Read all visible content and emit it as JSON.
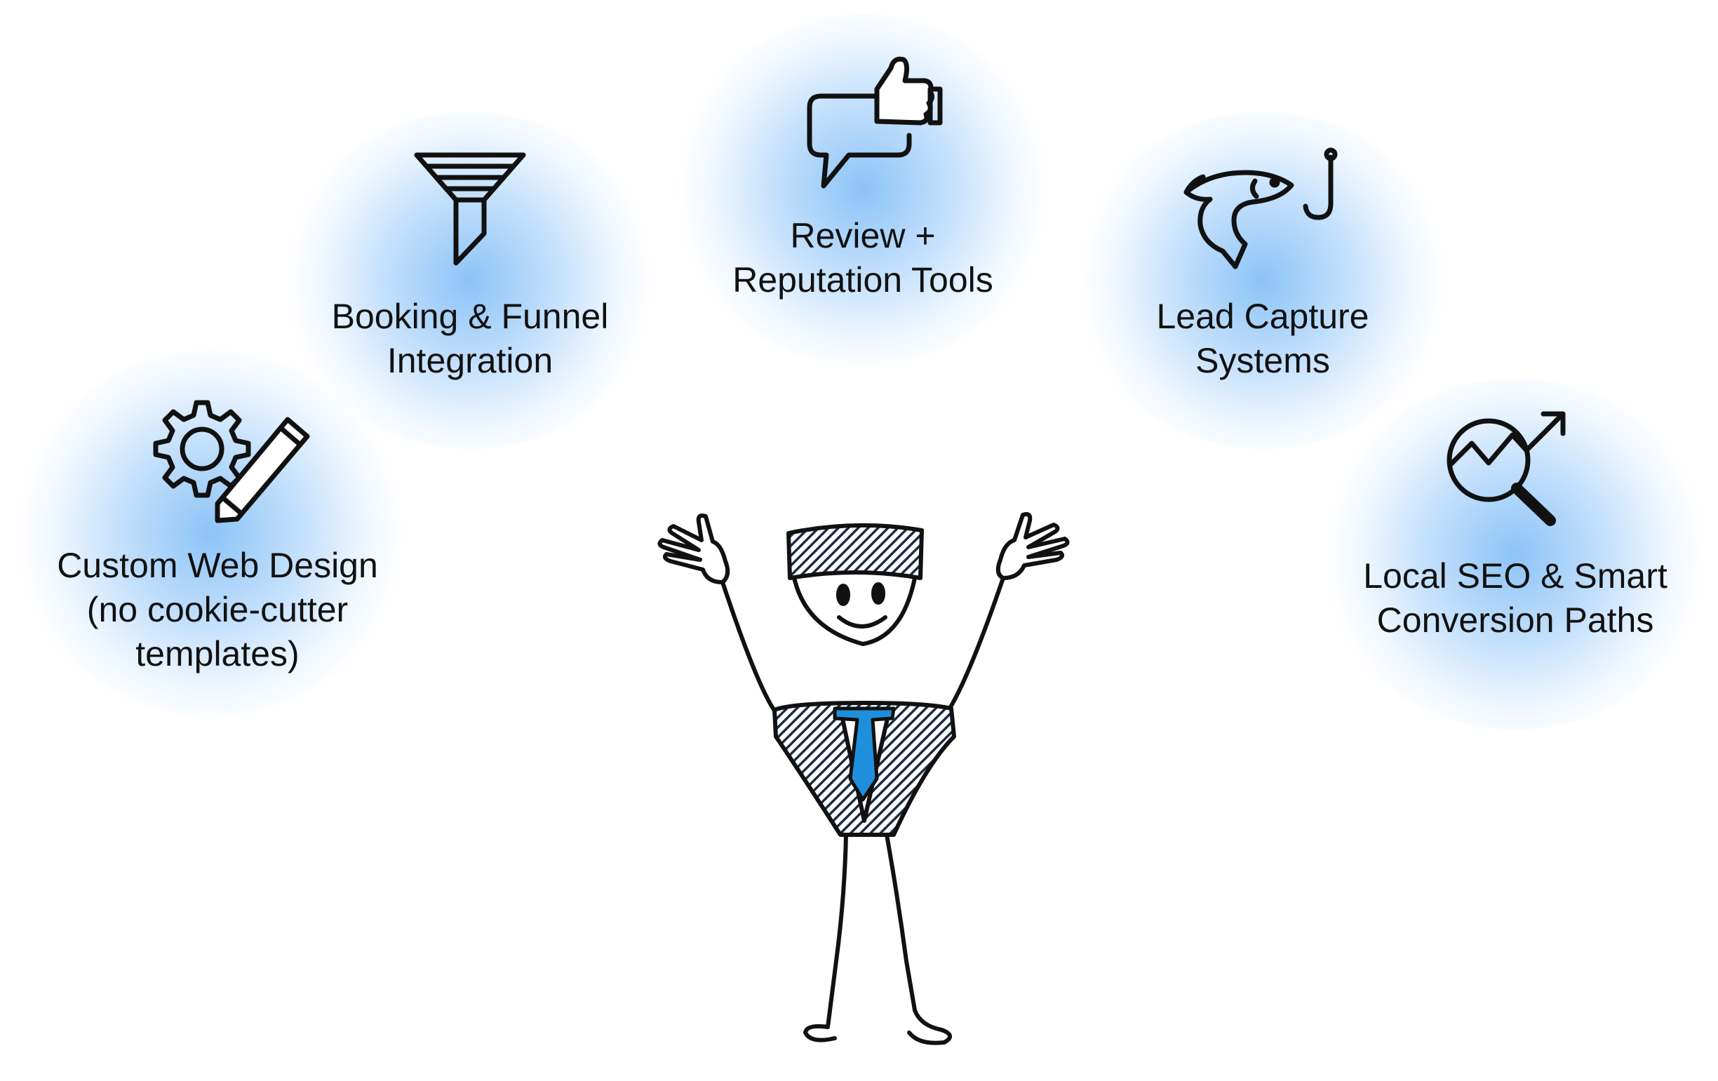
{
  "colors": {
    "glow": "#78b9f5",
    "ink": "#111111",
    "tie": "#1f8fdc",
    "suit": "#1c2a44",
    "background": "#ffffff"
  },
  "features": [
    {
      "id": "custom-web-design",
      "icon": "gear-pencil-icon",
      "label": "Custom Web Design\n(no cookie-cutter\ntemplates)"
    },
    {
      "id": "booking-funnel",
      "icon": "funnel-icon",
      "label": "Booking & Funnel\nIntegration"
    },
    {
      "id": "review-reputation",
      "icon": "chat-thumbs-up-icon",
      "label": "Review +\nReputation Tools"
    },
    {
      "id": "lead-capture",
      "icon": "fish-hook-icon",
      "label": "Lead Capture\nSystems"
    },
    {
      "id": "local-seo",
      "icon": "magnifier-trend-icon",
      "label": "Local SEO & Smart\nConversion Paths"
    }
  ],
  "figure": {
    "icon": "stick-figure-businessman-icon"
  }
}
